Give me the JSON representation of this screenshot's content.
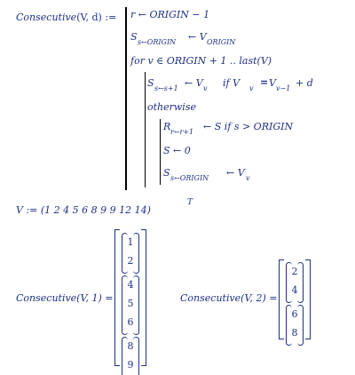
{
  "program": {
    "function_name": "Consecutive",
    "params": "(V, d)",
    "assign": ":=",
    "line1": "r ← ORIGIN − 1",
    "line2_left": "S",
    "line2_sub": "s←ORIGIN",
    "line2_mid": "← V",
    "line2_sub2": "ORIGIN",
    "for_line": "for  v ∈ ORIGIN + 1 .. last(V)",
    "if_left": "S",
    "if_sub": "s←s+1",
    "if_mid": "← V",
    "if_sub2": "v",
    "if_cond1": "if  V",
    "if_cond_sub1": "v",
    "if_eq": "=",
    "if_cond2": "V",
    "if_cond_sub2": "v−1",
    "if_plus": "+ d",
    "otherwise": "otherwise",
    "r_left": "R",
    "r_sub": "r←r+1",
    "r_mid": "← S  if  s > ORIGIN",
    "s_zero": "S ← 0",
    "s_orig_left": "S",
    "s_orig_sub": "s←ORIGIN",
    "s_orig_mid": "← V",
    "s_orig_sub2": "v"
  },
  "vector_def": {
    "label": "V := (1  2  4  5  6  8  9  9  12  14)",
    "transpose": "T"
  },
  "result1": {
    "label": "Consecutive(V, 1) =",
    "groups": [
      [
        "1",
        "2"
      ],
      [
        "4",
        "5",
        "6"
      ],
      [
        "8",
        "9"
      ]
    ]
  },
  "result2": {
    "label": "Consecutive(V, 2) =",
    "groups": [
      [
        "2",
        "4"
      ],
      [
        "6",
        "8"
      ]
    ]
  }
}
